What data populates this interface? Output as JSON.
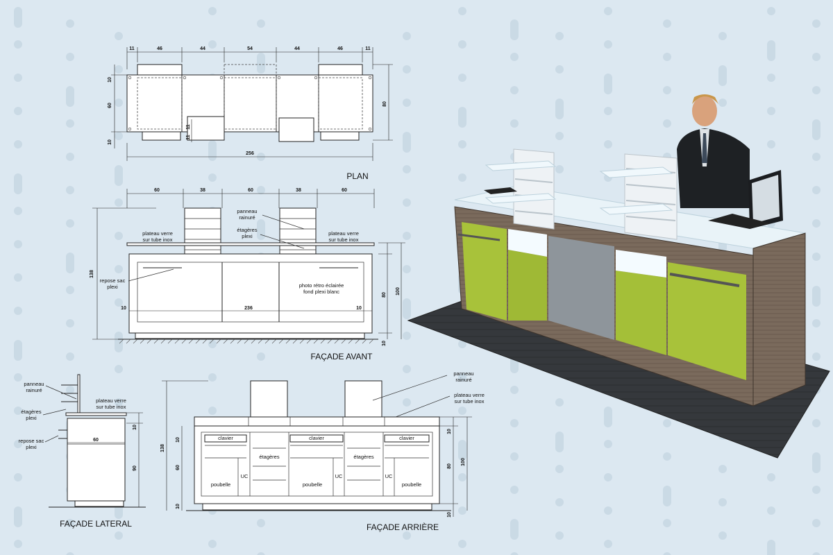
{
  "views": {
    "plan": {
      "title": "PLAN",
      "top_dims": [
        "11",
        "46",
        "44",
        "54",
        "44",
        "46",
        "11"
      ],
      "left_dims": [
        "10",
        "60",
        "10"
      ],
      "right_dim": "80",
      "inner_dims": [
        "11",
        "11"
      ],
      "total": "256"
    },
    "front": {
      "title": "FAÇADE AVANT",
      "top_dims": [
        "60",
        "38",
        "60",
        "38",
        "60"
      ],
      "left_dim": "138",
      "right_dims": [
        "80",
        "100",
        "10"
      ],
      "bottom_dims": [
        "10",
        "236",
        "10"
      ],
      "labels": {
        "panneau": "panneau\nrainuré",
        "etageres": "étagères\nplexi",
        "plateau_left": "plateau verre\nsur tube inox",
        "plateau_right": "plateau verre\nsur tube inox",
        "repose": "repose sac\nplexi",
        "photo": "photo rétro éclairée\nfond plexi blanc"
      }
    },
    "lateral": {
      "title": "FAÇADE LATERAL",
      "width_dim": "60",
      "right_dims": [
        "10",
        "90"
      ],
      "labels": {
        "panneau": "panneau\nrainuré",
        "etageres": "étagères\nplexi",
        "repose": "repose sac\nplexi",
        "plateau": "plateau verre\nsur tube inox"
      }
    },
    "rear": {
      "title": "FAÇADE ARRIÈRE",
      "left_dims": [
        "138",
        "10",
        "60",
        "10"
      ],
      "right_dims": [
        "10",
        "80",
        "100",
        "10"
      ],
      "labels": {
        "panneau": "panneau\nrainuré",
        "plateau": "plateau verre\nsur tube inox",
        "clavier": "clavier",
        "etageres": "étagères",
        "poubelle": "poubelle",
        "uc": "UC"
      }
    }
  },
  "render": {
    "title": "3D kiosk counter render",
    "colors": {
      "wood": "#7a6a5c",
      "green": "#a8c23a",
      "grey": "#8e959b",
      "glass": "#e9f3f8",
      "floor": "#3a3d41"
    }
  }
}
